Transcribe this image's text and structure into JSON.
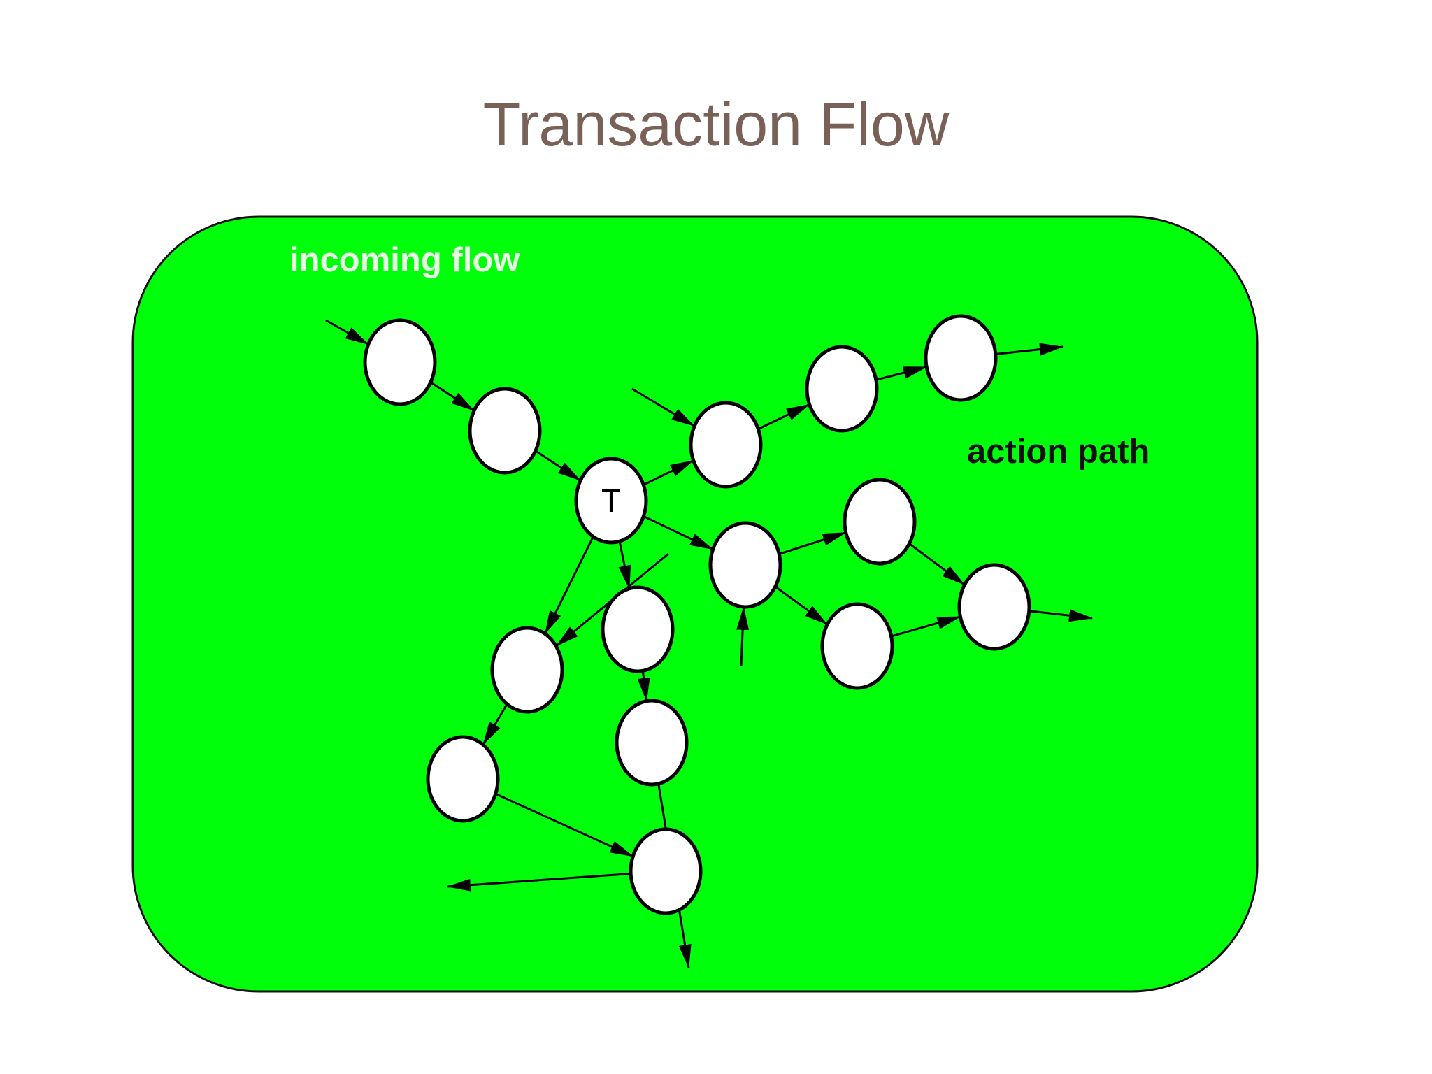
{
  "title": "Transaction Flow",
  "labels": {
    "incoming": "incoming flow",
    "action": "action path"
  },
  "colors": {
    "background": "#00ff0a",
    "title": "#7a6157",
    "incoming_label": "#e9fbe4",
    "action_label": "#111111",
    "node_fill": "#ffffff",
    "stroke": "#000000"
  },
  "nodes": [
    {
      "id": "n1",
      "label": ""
    },
    {
      "id": "n2",
      "label": ""
    },
    {
      "id": "t",
      "label": "T"
    },
    {
      "id": "n4",
      "label": ""
    },
    {
      "id": "n5",
      "label": ""
    },
    {
      "id": "n6",
      "label": ""
    },
    {
      "id": "n7",
      "label": ""
    },
    {
      "id": "n8",
      "label": ""
    },
    {
      "id": "n9",
      "label": ""
    },
    {
      "id": "n10",
      "label": ""
    },
    {
      "id": "n11",
      "label": ""
    },
    {
      "id": "n12",
      "label": ""
    },
    {
      "id": "n13",
      "label": ""
    },
    {
      "id": "n14",
      "label": ""
    },
    {
      "id": "n15",
      "label": ""
    },
    {
      "id": "n16",
      "label": ""
    }
  ],
  "edges": [
    {
      "from": null,
      "to": "n1"
    },
    {
      "from": "n1",
      "to": "n2"
    },
    {
      "from": "n2",
      "to": "t"
    },
    {
      "from": "t",
      "to": "n4"
    },
    {
      "from": null,
      "to": "n4"
    },
    {
      "from": "n4",
      "to": "n5"
    },
    {
      "from": "n5",
      "to": "n6"
    },
    {
      "from": "n6",
      "to": null
    },
    {
      "from": "t",
      "to": "n7"
    },
    {
      "from": "n7",
      "to": "n8"
    },
    {
      "from": "n7",
      "to": "n10"
    },
    {
      "from": null,
      "to": "n7"
    },
    {
      "from": "n8",
      "to": "n9"
    },
    {
      "from": "n10",
      "to": "n9"
    },
    {
      "from": "n9",
      "to": null
    },
    {
      "from": "t",
      "to": "n11"
    },
    {
      "from": "n11",
      "to": "n12"
    },
    {
      "from": "n12",
      "to": null
    },
    {
      "from": "t",
      "to": "n13"
    },
    {
      "from": null,
      "to": "n13"
    },
    {
      "from": "n13",
      "to": "n14"
    },
    {
      "from": "n14",
      "to": "n15"
    },
    {
      "from": "n15",
      "to": null
    }
  ]
}
